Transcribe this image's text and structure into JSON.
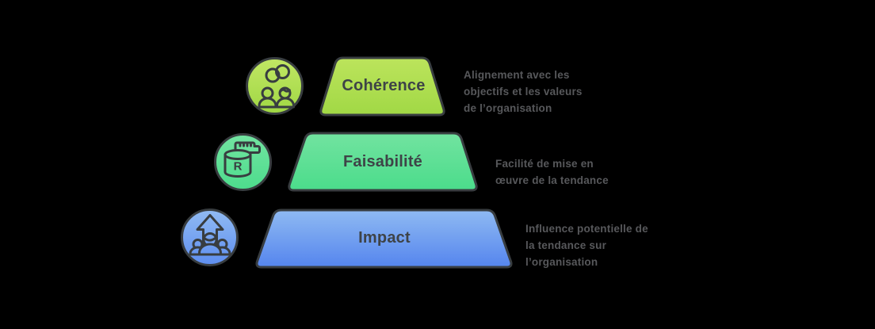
{
  "diagram": {
    "type": "pyramid",
    "background": "#000000",
    "stroke_color": "#383d40",
    "label_color": "#3e4347",
    "description_color": "#57585b"
  },
  "levels": [
    {
      "label": "Cohérence",
      "description_lines": [
        "Alignement avec les",
        "objectifs et les valeurs",
        "de l’organisation"
      ],
      "icon": "partnership-people-icon",
      "fill_top": "#bce45c",
      "fill_bottom": "#a1d845"
    },
    {
      "label": "Faisabilité",
      "description_lines": [
        "Facilité de mise en",
        "œuvre de la tendance"
      ],
      "icon": "resources-database-icon",
      "icon_letter": "R",
      "fill_top": "#72e3a0",
      "fill_bottom": "#4bdc8b"
    },
    {
      "label": "Impact",
      "description_lines": [
        "Influence potentielle de",
        "la tendance sur",
        "l’organisation"
      ],
      "icon": "impact-growth-icon",
      "fill_top": "#8fbaf2",
      "fill_bottom": "#5585ee"
    }
  ]
}
